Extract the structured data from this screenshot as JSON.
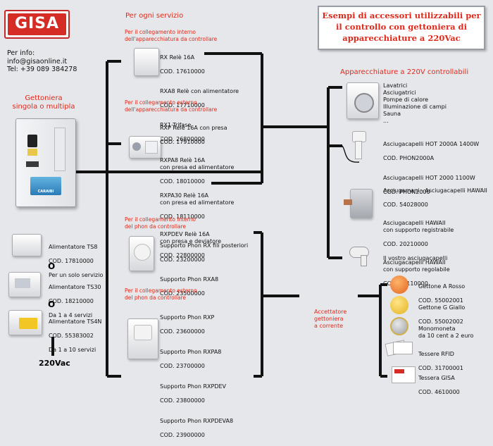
{
  "logo": {
    "text": "GISA"
  },
  "contact": {
    "line1": "Per info:",
    "line2": "info@gisaonline.it",
    "line3": "Tel: +39 089 384278"
  },
  "gettoniera": {
    "title": "Gettoniera\nsingola o multipla",
    "brand": "CARAIBI"
  },
  "alimentatori": [
    {
      "name": "Alimentatore TS8",
      "code": "COD. 17810000",
      "note": "Per un solo servizio"
    },
    {
      "name": "Alimentatore TS30",
      "code": "COD. 18210000",
      "note": "Da 1 a 4 servizi"
    },
    {
      "name": "Alimentatore TS4N",
      "code": "COD. 55383002",
      "note": "Da 1 a 10 servizi"
    }
  ],
  "or_label": "O",
  "voltage_label": "220Vac",
  "per_ogni_servizio": "Per ogni servizio",
  "sections": {
    "interno_app": "Per il collegamento interno\ndell'apparecchiatura da controllare",
    "esterno_app": "Per il collegamento esterno\ndell'apparecchiatura da controllare",
    "interno_phon": "Per il collegamento interno\ndel phon da controllare",
    "esterno_phon": "Per il collegamento esterno\ndel phon da controllare"
  },
  "rele_interno": [
    {
      "name": "RX Relè 16A",
      "code": "COD. 17610000"
    },
    {
      "name": "RXA8 Relè con alimentatore",
      "code": "COD. 17710000"
    },
    {
      "name": "RX1-Trifase",
      "code": "COD. 26800000"
    }
  ],
  "rele_esterno": [
    {
      "name": "RXP Relè 16A con presa",
      "code": "COD. 17910000"
    },
    {
      "name": "RXPA8 Relè 16A\ncon presa ed alimentatore",
      "code": "COD. 18010000"
    },
    {
      "name": "RXPA30 Relè 16A\ncon presa ed alimentatore",
      "code": "COD. 18110000"
    },
    {
      "name": "RXPDEV Relè 16A\ncon presa e deviatore",
      "code": "COD. 22800000"
    }
  ],
  "phon_interno": [
    {
      "name": "Supporto Phon RX fili posteriori",
      "code": "COD. 23200000"
    },
    {
      "name": "Supporto Phon RXA8",
      "code": "COD. 23500000"
    }
  ],
  "phon_esterno": [
    {
      "name": "Supporto Phon RXP",
      "code": "COD. 23600000"
    },
    {
      "name": "Supporto Phon RXPA8",
      "code": "COD. 23700000"
    },
    {
      "name": "Supporto Phon RXPDEV",
      "code": "COD. 23800000"
    },
    {
      "name": "Supporto Phon RXPDEVA8",
      "code": "COD. 23900000"
    }
  ],
  "esempi_title": "Esempi di accessori utilizzabili per\nil controllo con gettoniera di\napparecchiature a 220Vac",
  "apparecchiature_title": "Apparecchiature a 220V controllabili",
  "apparecchiature_list": "Lavatrici\nAsciugatrici\nPompe di calore\nIlluminazione di campi\nSauna\n...",
  "asciugacapelli": [
    {
      "name": "Asciugacapelli HOT 2000A 1400W",
      "code": "COD. PHON2000A"
    },
    {
      "name": "Asciugacapelli HOT 2000 1100W",
      "code": "COD. PHON2000"
    }
  ],
  "hawaii": [
    {
      "name": "Asciugamani - Asciugacapelli HAWAII",
      "code": "COD. 54028000"
    },
    {
      "name": "Asciugacapelli HAWAII\ncon supporto registrabile",
      "code": "COD. 20210000"
    },
    {
      "name": "Asciugacapelli HAWAII\ncon supporto regolabile",
      "code": "COD. 20110000"
    }
  ],
  "vostro": "Il vostro asciugacapelli",
  "accettatore": "Accettatore\ngettoniera\na corrente",
  "gettoni": [
    {
      "name": "Gettone A Rosso",
      "code": "COD. 55002001"
    },
    {
      "name": "Gettone G Giallo",
      "code": "COD. 55002002"
    },
    {
      "name": "Monomoneta\nda 10 cent a 2 euro",
      "code": ""
    },
    {
      "name": "Tessere RFID",
      "code": "COD. 31700001"
    },
    {
      "name": "Tessera GISA",
      "code": "COD. 4610000"
    }
  ],
  "colors": {
    "background": "#e6e7ea",
    "accent_red": "#e0291a",
    "line": "#111111"
  }
}
